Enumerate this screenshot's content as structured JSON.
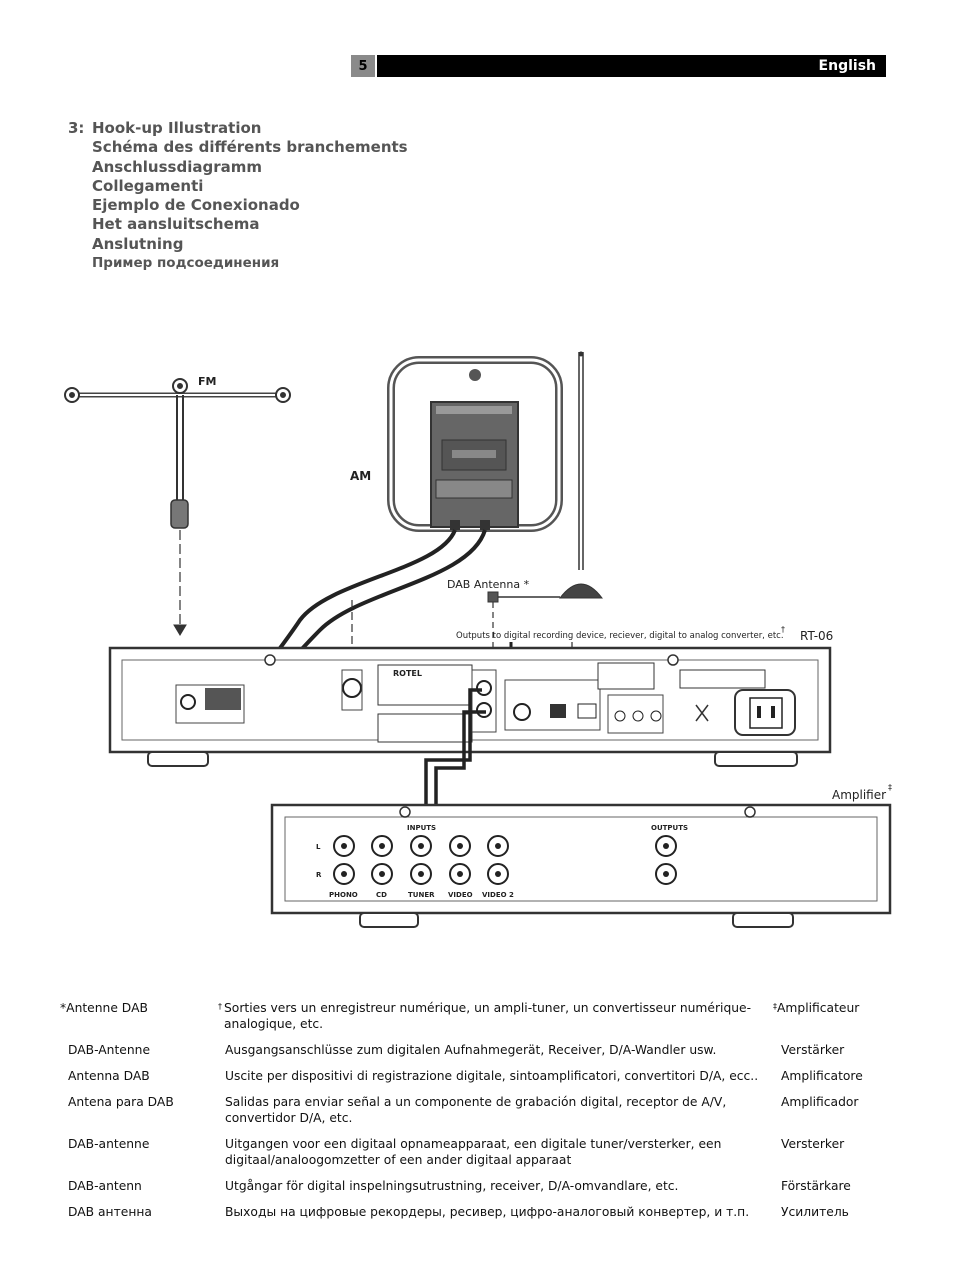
{
  "header": {
    "page_number": "5",
    "language": "English"
  },
  "section": {
    "number": "3:",
    "titles": [
      "Hook-up Illustration",
      "Schéma des différents branchements",
      "Anschlussdiagramm",
      "Collegamenti",
      "Ejemplo de Conexionado",
      "Het aansluitschema",
      "Anslutning",
      "Пример подсоединения"
    ]
  },
  "diagram": {
    "fm_label": "FM",
    "am_label": "AM",
    "dab_label": "DAB Antenna",
    "dab_mark": "*",
    "outputs_note": "Outputs to digital recording device, reciever, digital to analog converter, etc.",
    "outputs_mark": "†",
    "unit_label": "RT-06",
    "amp_label": "Amplifier",
    "amp_mark": "‡",
    "amp_inputs_label": "INPUTS",
    "amp_outputs_label": "OUTPUTS",
    "amp_channel_l": "L",
    "amp_channel_r": "R",
    "amp_inputs": [
      "PHONO",
      "CD",
      "TUNER",
      "VIDEO",
      "VIDEO 2"
    ],
    "brand": "ROTEL"
  },
  "footnotes": {
    "marks": {
      "dab": "*",
      "outputs": "†",
      "amp": "‡"
    },
    "rows": [
      {
        "dab": "Antenne DAB",
        "outputs": "Sorties vers un enregistreur numérique, un ampli-tuner, un convertisseur numérique-analogique, etc.",
        "amp": "Amplificateur"
      },
      {
        "dab": "DAB-Antenne",
        "outputs": "Ausgangsanschlüsse zum digitalen Aufnahmegerät, Receiver, D/A-Wandler usw.",
        "amp": "Verstärker"
      },
      {
        "dab": "Antenna DAB",
        "outputs": "Uscite per dispositivi di registrazione digitale, sintoamplificatori, convertitori D/A, ecc..",
        "amp": "Amplificatore"
      },
      {
        "dab": "Antena para DAB",
        "outputs": "Salidas para enviar señal a un componente de grabación digital, receptor de A/V, convertidor D/A, etc.",
        "amp": "Amplificador"
      },
      {
        "dab": "DAB-antenne",
        "outputs": "Uitgangen voor een digitaal opnameapparaat, een digitale tuner/versterker, een digitaal/analoogomzetter of een ander digitaal apparaat",
        "amp": "Versterker"
      },
      {
        "dab": "DAB-antenn",
        "outputs": "Utgångar för digital inspelningsutrustning, receiver, D/A-omvandlare, etc.",
        "amp": "Förstärkare"
      },
      {
        "dab": "DAB антенна",
        "outputs": "Выходы на цифровые рекордеры, ресивер, цифро-аналоговый конвертер, и т.п.",
        "amp": "Усилитель"
      }
    ]
  }
}
